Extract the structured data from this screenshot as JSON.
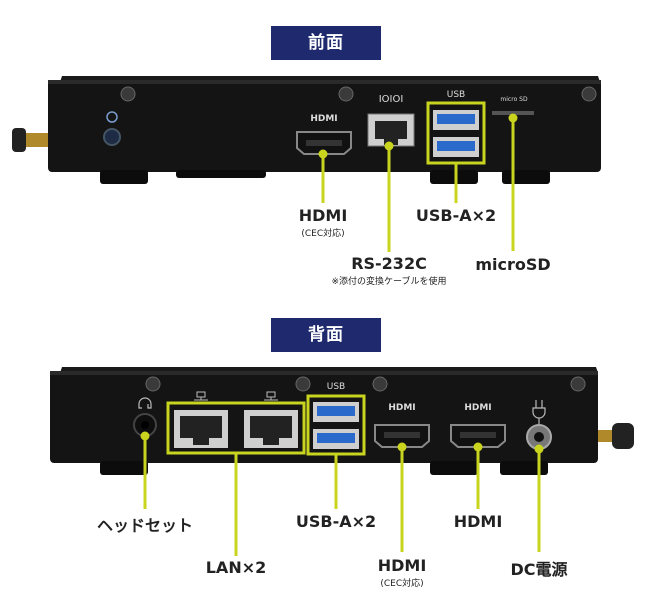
{
  "front": {
    "title": "前面",
    "port_marks": {
      "hdmi": "HDMI",
      "serial": "IOIOI",
      "usb": "USB",
      "micro": "micro SD"
    },
    "labels": {
      "hdmi": "HDMI",
      "hdmi_note": "(CEC対応)",
      "rs232c": "RS-232C",
      "rs232c_note": "※添付の変換ケーブルを使用",
      "usb": "USB-A×2",
      "microsd": "microSD"
    }
  },
  "back": {
    "title": "背面",
    "port_marks": {
      "usb": "USB",
      "hdmi1": "HDMI",
      "hdmi2": "HDMI"
    },
    "labels": {
      "headset": "ヘッドセット",
      "lan": "LAN×2",
      "usb": "USB-A×2",
      "hdmi1": "HDMI",
      "hdmi1_note": "(CEC対応)",
      "hdmi2": "HDMI",
      "dc": "DC電源"
    }
  },
  "colors": {
    "badge": "#1f2a6e",
    "callout": "#c8d41e",
    "case": "#141414"
  }
}
